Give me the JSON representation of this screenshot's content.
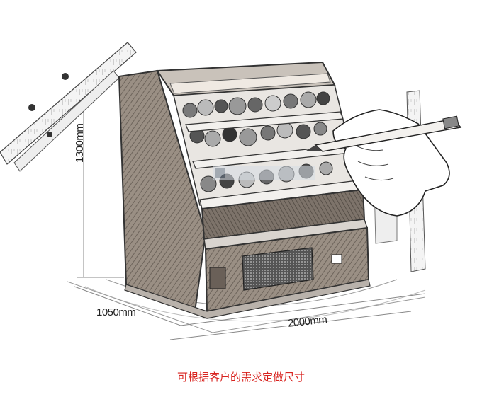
{
  "dimensions": {
    "height": "1300mm",
    "depth": "1050mm",
    "width": "2000mm"
  },
  "caption": "可根据客户的需求定做尺寸",
  "colors": {
    "caption": "#d8231f",
    "ink": "#333333",
    "wood": "#8a7f74",
    "paper": "#ffffff"
  },
  "icons": {
    "ruler": "ruler-icon",
    "pencil": "pencil-icon",
    "hand": "hand-icon"
  }
}
